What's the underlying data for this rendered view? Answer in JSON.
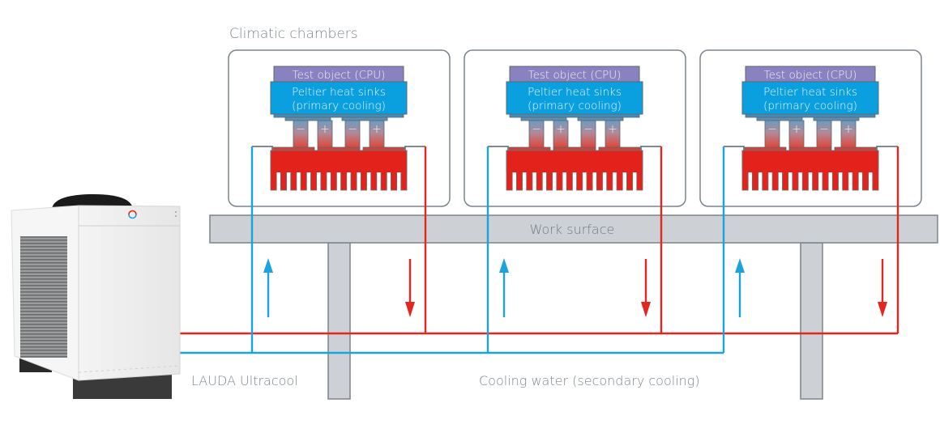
{
  "title": "Climatic chambers",
  "chambers": [
    {
      "test_object": "Test object (CPU)",
      "peltier_line1": "Peltier heat sinks",
      "peltier_line2": "(primary cooling)",
      "polarity": [
        "−",
        "+",
        "−",
        "+"
      ]
    },
    {
      "test_object": "Test object (CPU)",
      "peltier_line1": "Peltier heat sinks",
      "peltier_line2": "(primary cooling)",
      "polarity": [
        "−",
        "+",
        "−",
        "+"
      ]
    },
    {
      "test_object": "Test object (CPU)",
      "peltier_line1": "Peltier heat sinks",
      "peltier_line2": "(primary cooling)",
      "polarity": [
        "−",
        "+",
        "−",
        "+"
      ]
    }
  ],
  "work_surface": "Work surface",
  "chiller_label": "LAUDA Ultracool",
  "cooling_water_label": "Cooling water (secondary cooling)",
  "colors": {
    "supply_blue": "#1aa3dd",
    "return_red": "#e3261f",
    "test_object": "#8a82c0",
    "peltier": "#0aa0e0",
    "heatsink": "#e3231b",
    "surface": "#cdd1d5",
    "outline": "#6f7a82",
    "text_gray": "#7d868c"
  },
  "flow_legend": {
    "up_arrow": "supply-flow-arrow",
    "down_arrow": "return-flow-arrow"
  }
}
